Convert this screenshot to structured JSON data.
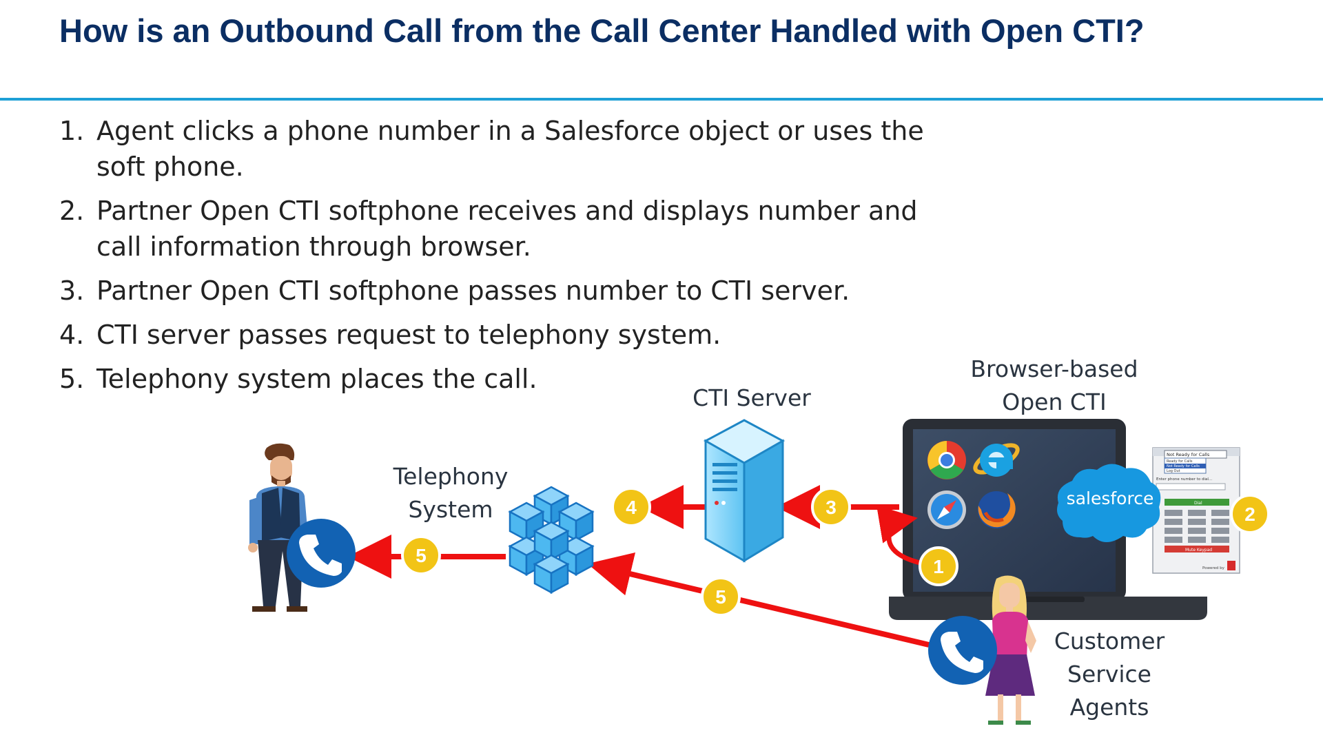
{
  "slide": {
    "title": "How is an Outbound Call from the Call Center Handled with Open CTI?",
    "steps": [
      {
        "number": "1.",
        "text": "Agent clicks a phone number in a Salesforce object or uses the soft phone."
      },
      {
        "number": "2.",
        "text": "Partner Open CTI softphone receives and displays number and call information through browser."
      },
      {
        "number": "3.",
        "text": "Partner Open CTI softphone passes number to CTI server."
      },
      {
        "number": "4.",
        "text": "CTI server passes request to telephony system."
      },
      {
        "number": "5.",
        "text": "Telephony system places the call."
      }
    ]
  },
  "diagram": {
    "nodes": {
      "telephony": {
        "label_line1": "Telephony",
        "label_line2": "System"
      },
      "cti_server": {
        "label": "CTI Server"
      },
      "browser": {
        "label_line1": "Browser-based",
        "label_line2": "Open CTI"
      },
      "agents": {
        "label_line1": "Customer",
        "label_line2": "Service",
        "label_line3": "Agents"
      }
    },
    "badges": [
      "1",
      "2",
      "3",
      "4",
      "5",
      "5"
    ],
    "logo_text": "salesforce",
    "softphone": {
      "status": "Not Ready for Calls",
      "options": [
        "Ready for Calls",
        "Not Ready for Calls",
        "Log Out"
      ],
      "prompt": "Enter phone number to dial...",
      "dial_label": "Dial",
      "mute_label": "Mute Keypad",
      "powered_by": "Powered by"
    },
    "icons": [
      "customer-person-icon",
      "phone-icon",
      "cubes-icon",
      "server-icon",
      "laptop-icon",
      "chrome-icon",
      "ie-icon",
      "safari-icon",
      "firefox-icon",
      "agent-person-icon"
    ],
    "colors": {
      "arrow": "#ee1111",
      "badge": "#f1c40f",
      "phone": "#1262b3",
      "cube": "#2fa3e6",
      "title": "#0b2e63",
      "rule": "#1ea0d6"
    }
  }
}
